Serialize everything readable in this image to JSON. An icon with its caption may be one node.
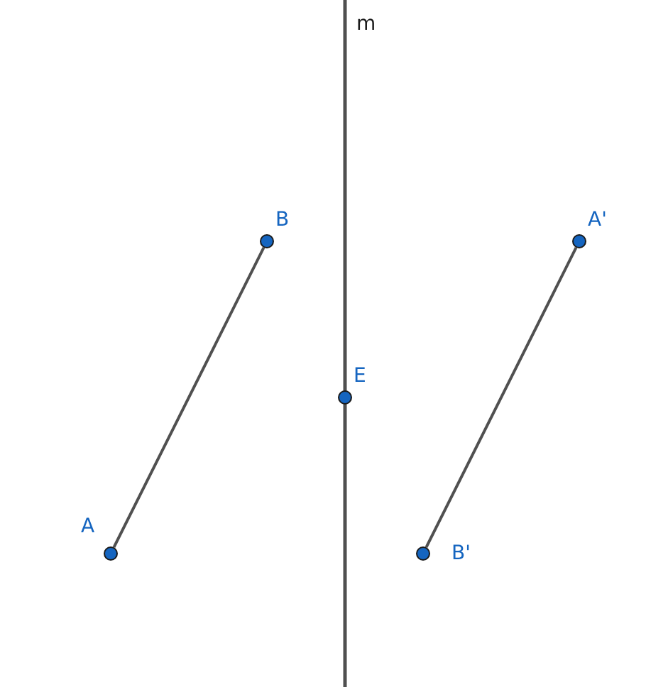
{
  "diagram": {
    "nodes": [
      {
        "text": [
          "B"
        ]
      },
      {
        "text": [
          "A'"
        ]
      },
      {
        "text": [
          "E"
        ]
      },
      {
        "text": [
          "A"
        ]
      },
      {
        "text": [
          "B'"
        ]
      }
    ],
    "edges": [
      {
        "from": 3,
        "to": 0,
        "arrow": "none"
      },
      {
        "from": 4,
        "to": 1,
        "arrow": "none"
      }
    ],
    "labels": [
      "m"
    ]
  }
}
